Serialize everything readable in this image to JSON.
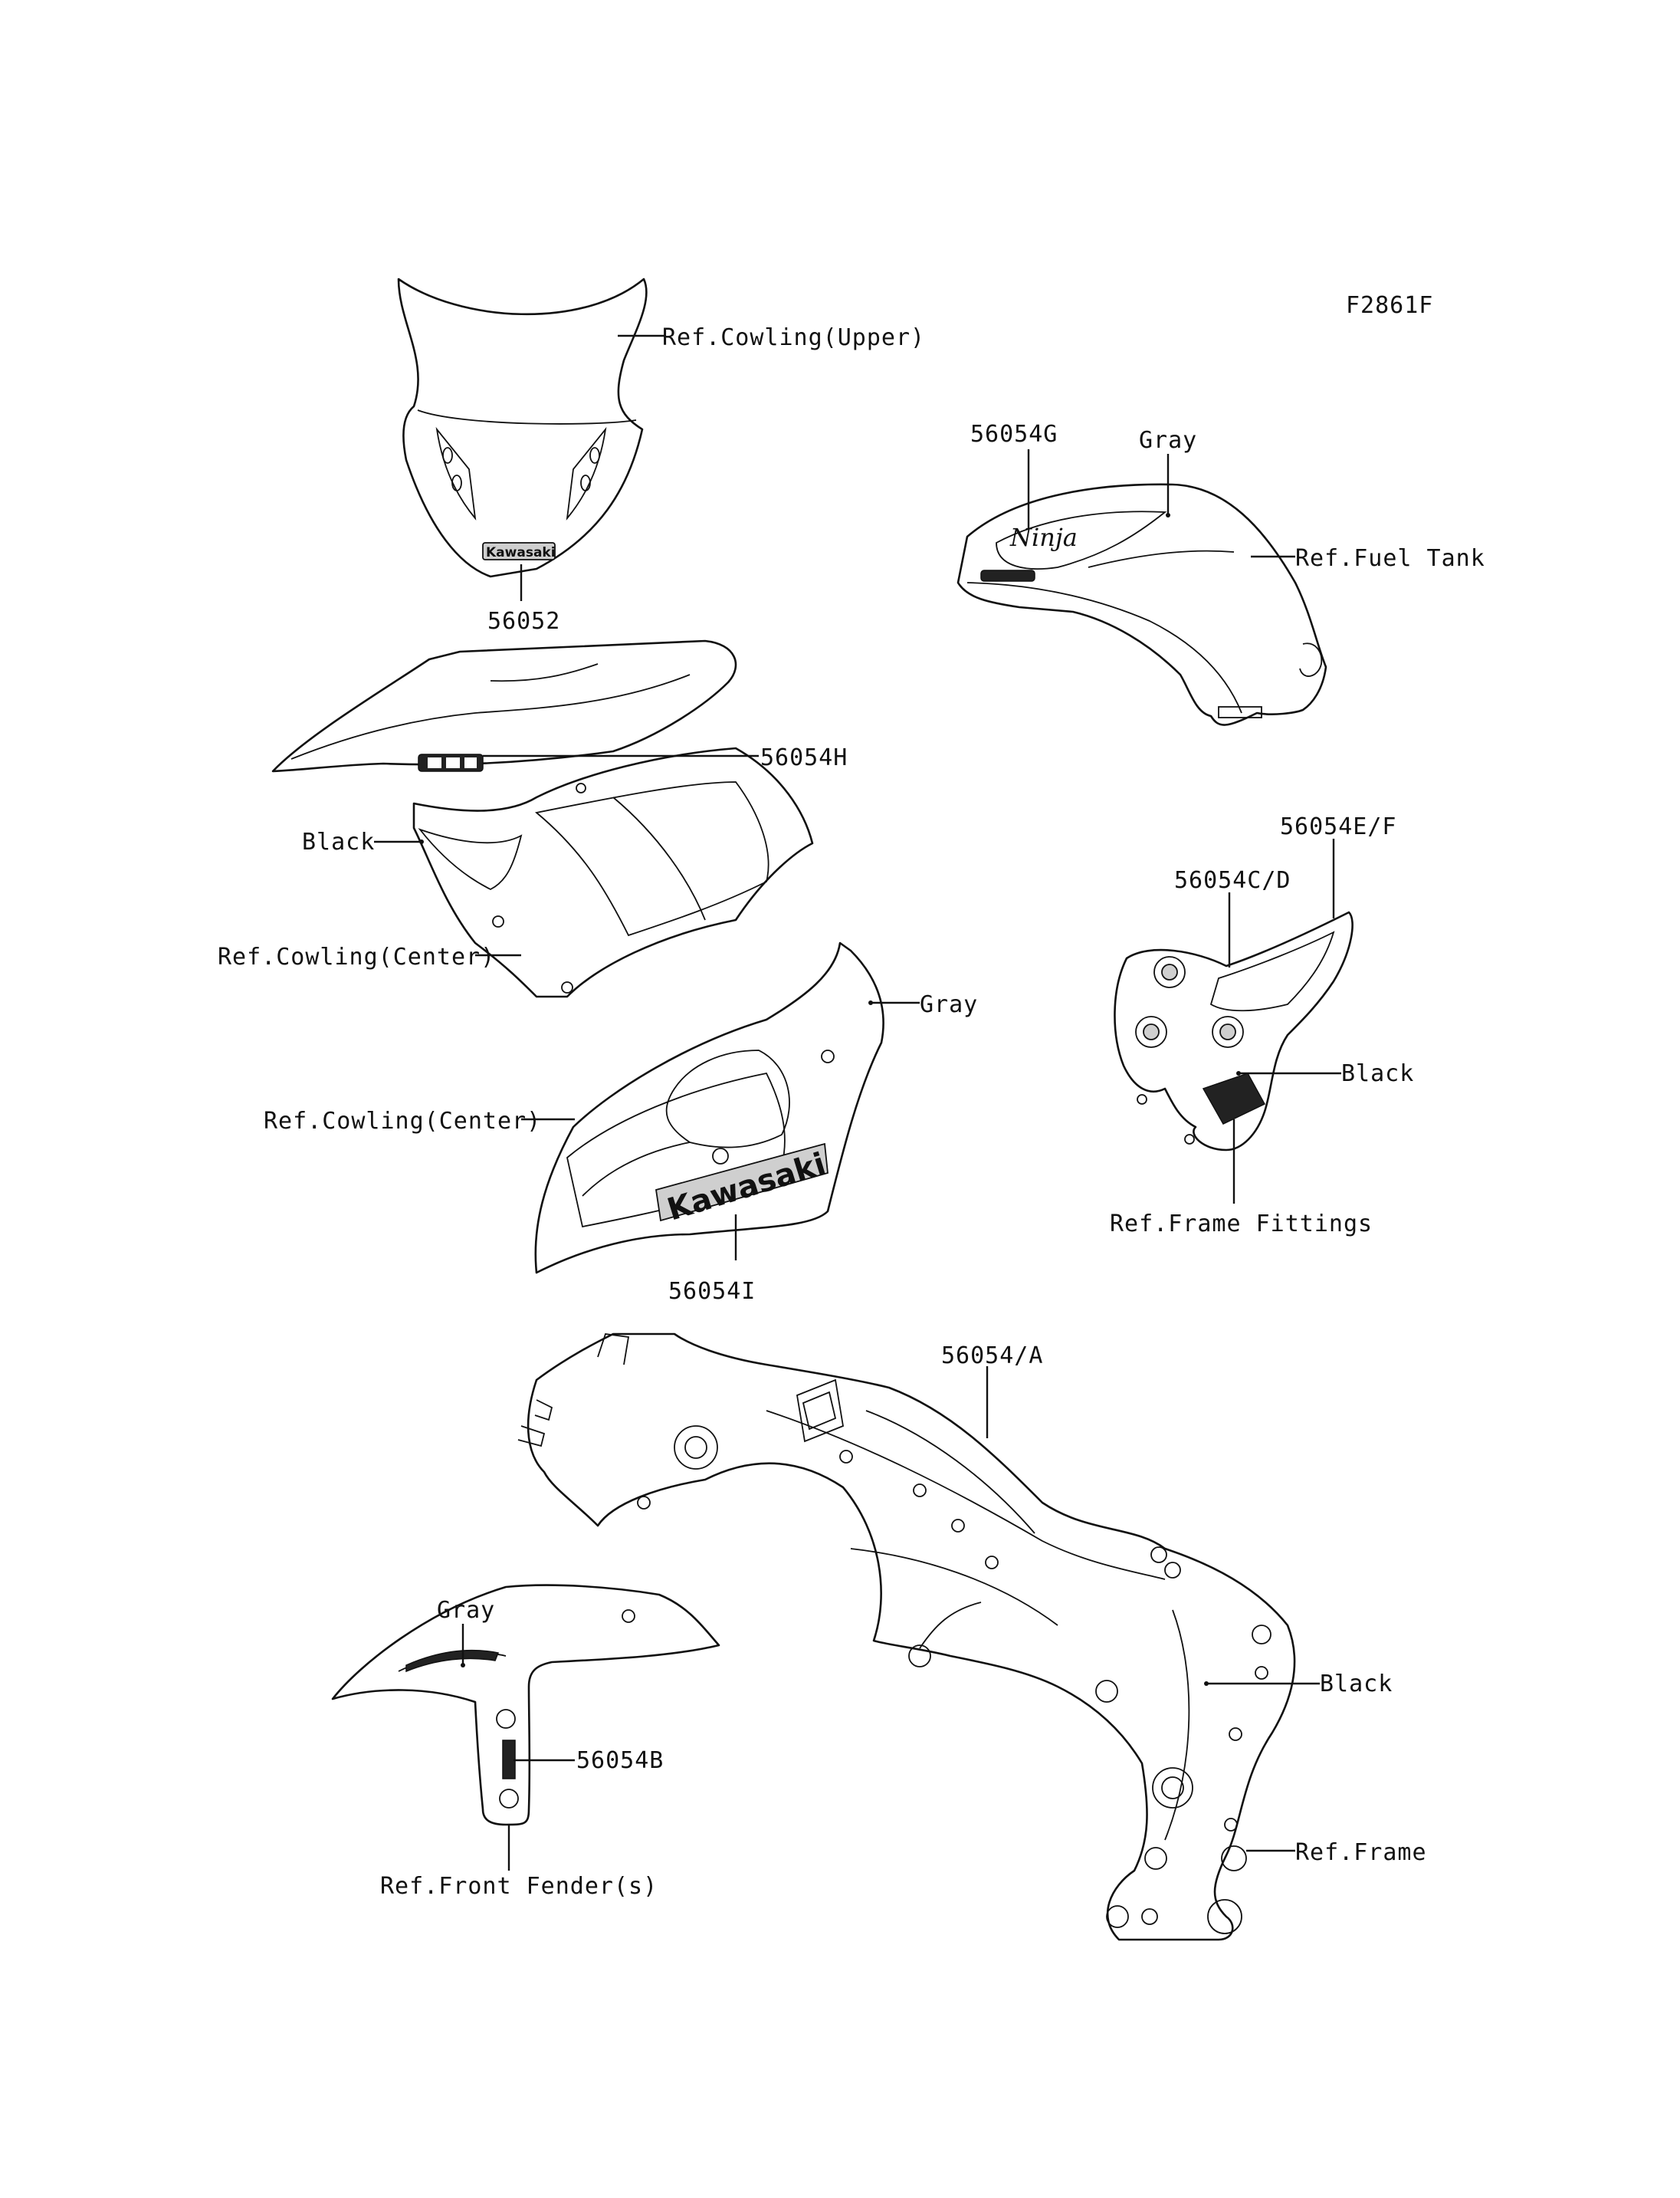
{
  "figure_code": "F2861F",
  "labels": {
    "ref_cowling_upper": "Ref.Cowling(Upper)",
    "p56052": "56052",
    "windscreen_logo": "Kawasaki",
    "p56054G": "56054G",
    "tank_gray": "Gray",
    "ref_fuel_tank": "Ref.Fuel Tank",
    "tank_logo": "Ninja",
    "p56054H": "56054H",
    "center_black": "Black",
    "ref_cowling_center_1": "Ref.Cowling(Center)",
    "lower_gray": "Gray",
    "ref_cowling_center_2": "Ref.Cowling(Center)",
    "p56054I": "56054I",
    "cowl_logo": "Kawasaki",
    "p56054EF": "56054E/F",
    "p56054CD": "56054C/D",
    "fittings_black": "Black",
    "ref_frame_fittings": "Ref.Frame Fittings",
    "p56054A": "56054/A",
    "fender_gray": "Gray",
    "p56054B": "56054B",
    "ref_front_fender": "Ref.Front Fender(s)",
    "frame_black": "Black",
    "ref_frame": "Ref.Frame"
  },
  "colors": {
    "ink": "#111111",
    "background": "#ffffff",
    "decal_fill": "#cfcfcf"
  }
}
